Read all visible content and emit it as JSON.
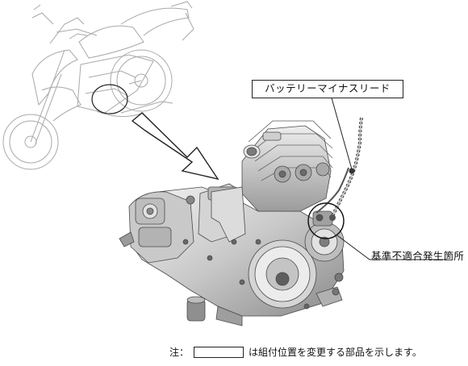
{
  "labels": {
    "battery_lead": "バッテリーマイナスリード",
    "defect_location": "基準不適合発生箇所"
  },
  "footnote": {
    "prefix": "注：",
    "text": "は組付位置を変更する部品を示します。"
  },
  "colors": {
    "line": "#333333",
    "light_line": "#9a9a9a",
    "engine_fill": "#d9d9d9",
    "engine_dark": "#6e6e6e",
    "background": "#ffffff"
  },
  "icons": {
    "arrow": "large-outline-arrow",
    "highlight": "circle-marker"
  }
}
